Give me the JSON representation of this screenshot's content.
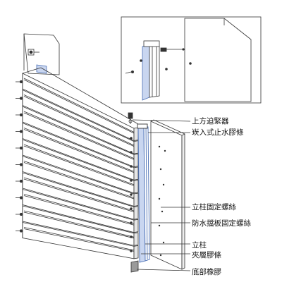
{
  "labels": {
    "top_fastener": "上方迫緊器",
    "insert_gasket": "崁入式止水膠條",
    "post_screw": "立柱固定螺絲",
    "panel_screw": "防水擋板固定螺絲",
    "post": "立柱",
    "sandwich_gasket": "夾層膠條",
    "bottom_rubber": "底部橡膠"
  },
  "colors": {
    "line": "#333333",
    "post_blue": "#4a6fb5",
    "post_blue_light": "#c9d6f0",
    "panel_fill": "#ffffff"
  },
  "icons": [
    "bolt-icon",
    "screw-icon"
  ]
}
